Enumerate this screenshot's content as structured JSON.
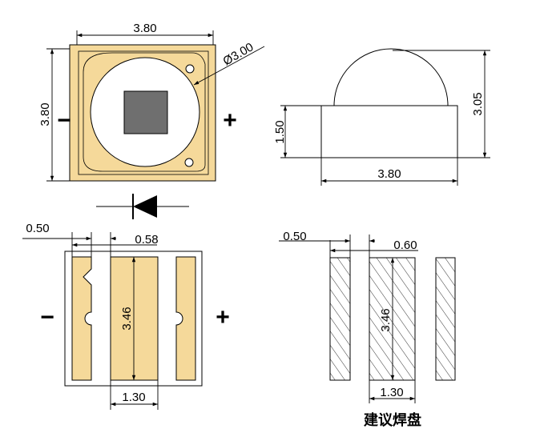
{
  "top_view": {
    "width_label": "3.80",
    "height_label": "3.80",
    "lens_diameter_label": "Ø3.00",
    "minus_sign": "−",
    "plus_sign": "+"
  },
  "side_view": {
    "total_height_label": "3.05",
    "base_height_label": "1.50",
    "width_label": "3.80"
  },
  "bottom_view": {
    "gap_label": "0.50",
    "pad_offset_label": "0.58",
    "pad_length_label": "3.46",
    "pad_width_label": "1.30",
    "minus_sign": "−",
    "plus_sign": "+"
  },
  "solder_pad": {
    "gap_label": "0.50",
    "pad_offset_label": "0.60",
    "pad_length_label": "3.46",
    "pad_width_label": "1.30",
    "caption": "建议焊盘"
  },
  "colors": {
    "pad_gold": "#f5d99a",
    "chip_gray": "#6f6f6f",
    "line": "#000000"
  }
}
